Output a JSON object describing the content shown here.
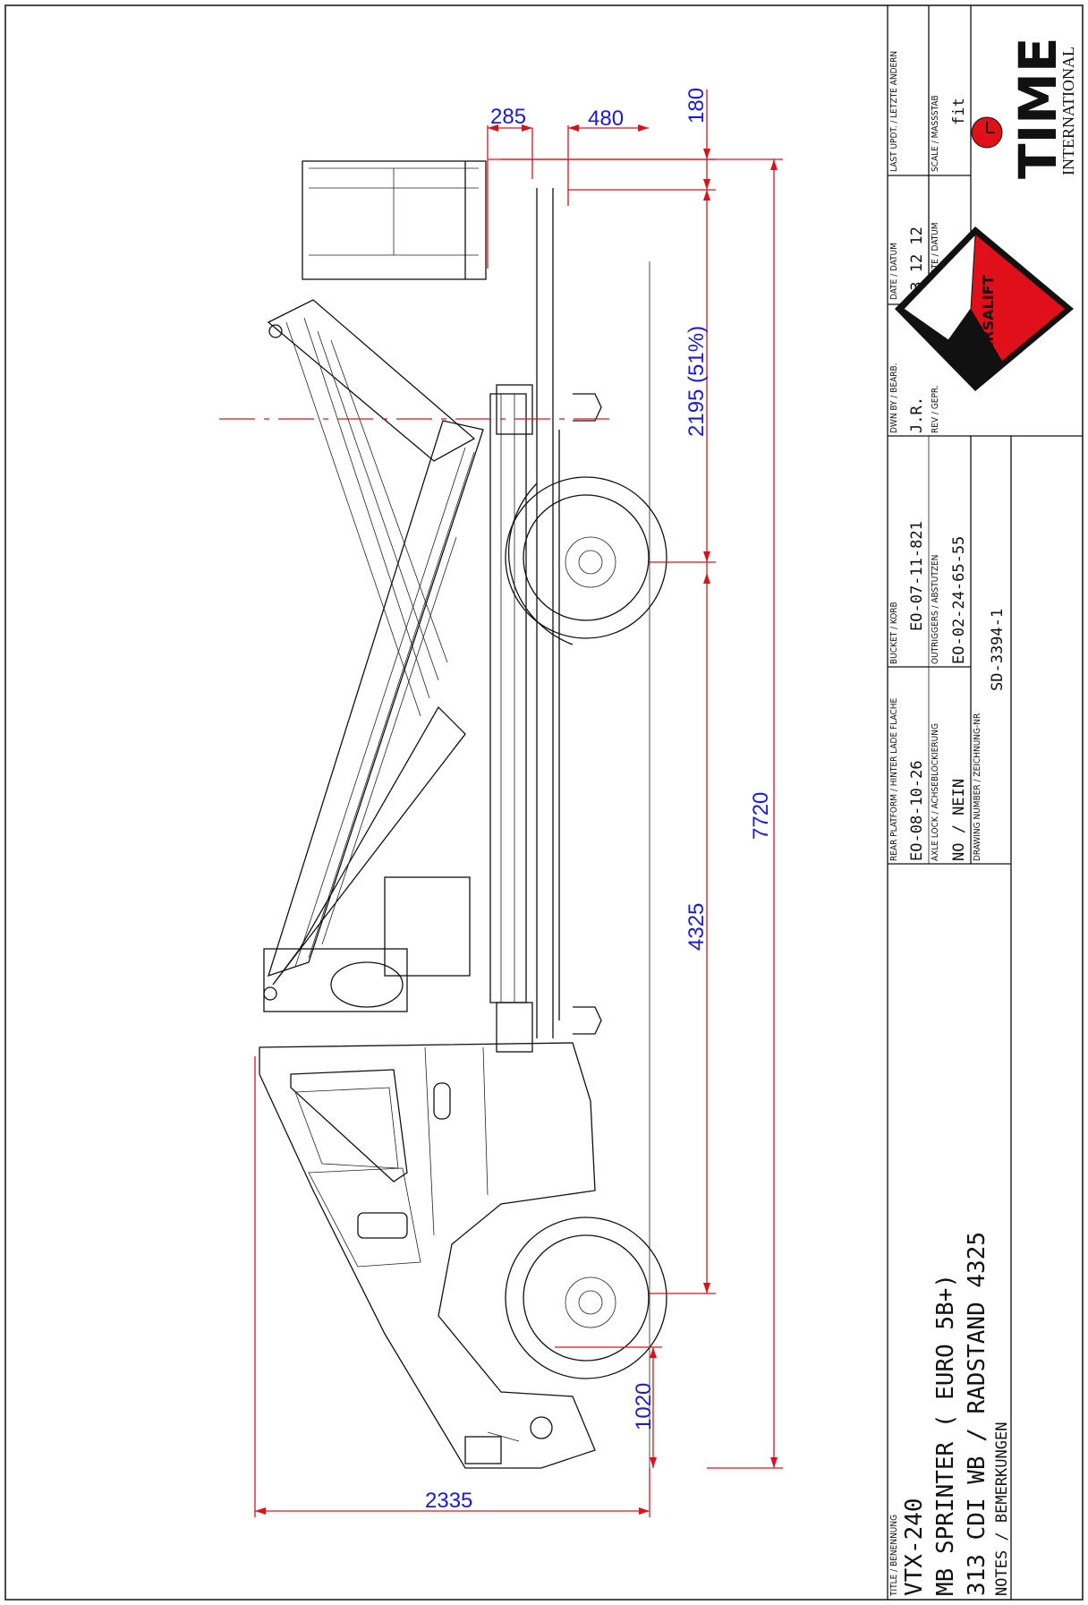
{
  "dimensions": {
    "d285": "285",
    "d480": "480",
    "d180": "180",
    "d2195": "2195 (51%)",
    "d7720": "7720",
    "d4325": "4325",
    "d1020": "1020",
    "d2335": "2335"
  },
  "title_block": {
    "title_label": "TITLE / BENENNUNG",
    "title_line1": "VTX-240",
    "title_line2": "MB SPRINTER  ( EURO 5B+)",
    "title_line3": "313 CDI WB / RADSTAND 4325",
    "notes_label": "NOTES / BEMERKUNGEN",
    "rear_platform_label": "REAR PLATFORM / HINTER LADE FLACHE",
    "rear_platform_value": "EO-08-10-26",
    "bucket_label": "BUCKET / KORB",
    "bucket_value": "EO-07-11-821",
    "axle_lock_label": "AXLE LOCK / ACHSEBLOCKIERUNG",
    "axle_lock_value": "NO / NEIN",
    "outriggers_label": "OUTRIGGERS / ABSTUTZEN",
    "outriggers_value": "EO-02-24-65-55",
    "drawing_number_label": "DRAWING NUMBER / ZEICHNUNG-NR",
    "drawing_number_value": "SD-3394-1",
    "drawn_by_label": "DWN BY / BEARB.",
    "drawn_by_value": "J.R.",
    "rev_by_label": "REV / GEPR.",
    "date_label": "DATE / DATUM",
    "date_value": "13 12 12",
    "rev_date_label": "REV. DATE / DATUM",
    "last_update_label": "LAST UPDT. / LETZTE ANDERN",
    "scale_label": "SCALE / MASSSTAB",
    "scale_value": "fit",
    "logo_versalift": "VERSALIFT",
    "logo_time": "TIME",
    "logo_international": "INTERNATIONAL"
  },
  "colors": {
    "dimension_text": "#1a1ad8",
    "dimension_line": "#e0101a",
    "outline": "#111111"
  }
}
